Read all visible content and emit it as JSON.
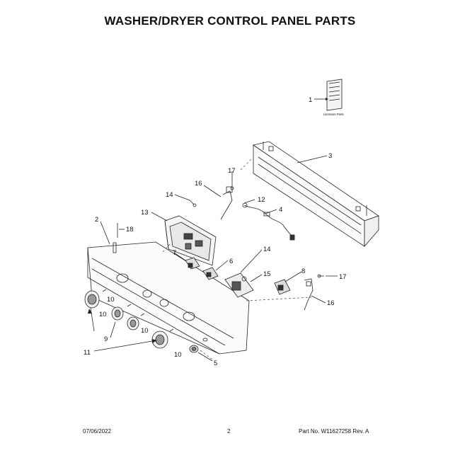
{
  "title": "WASHER/DRYER CONTROL PANEL PARTS",
  "literature_label": "Literature Parts",
  "callouts": {
    "c1": "1",
    "c2": "2",
    "c3": "3",
    "c4": "4",
    "c5": "5",
    "c6": "6",
    "c7": "7",
    "c8": "8",
    "c9": "9",
    "c10a": "10",
    "c10b": "10",
    "c10c": "10",
    "c10d": "10",
    "c11": "11",
    "c12": "12",
    "c13": "13",
    "c14a": "14",
    "c14b": "14",
    "c15": "15",
    "c16a": "16",
    "c16b": "16",
    "c17a": "17",
    "c17b": "17",
    "c18": "18"
  },
  "footer": {
    "date": "07/06/2022",
    "page": "2",
    "part": "Part No. W11627258  Rev. A"
  }
}
